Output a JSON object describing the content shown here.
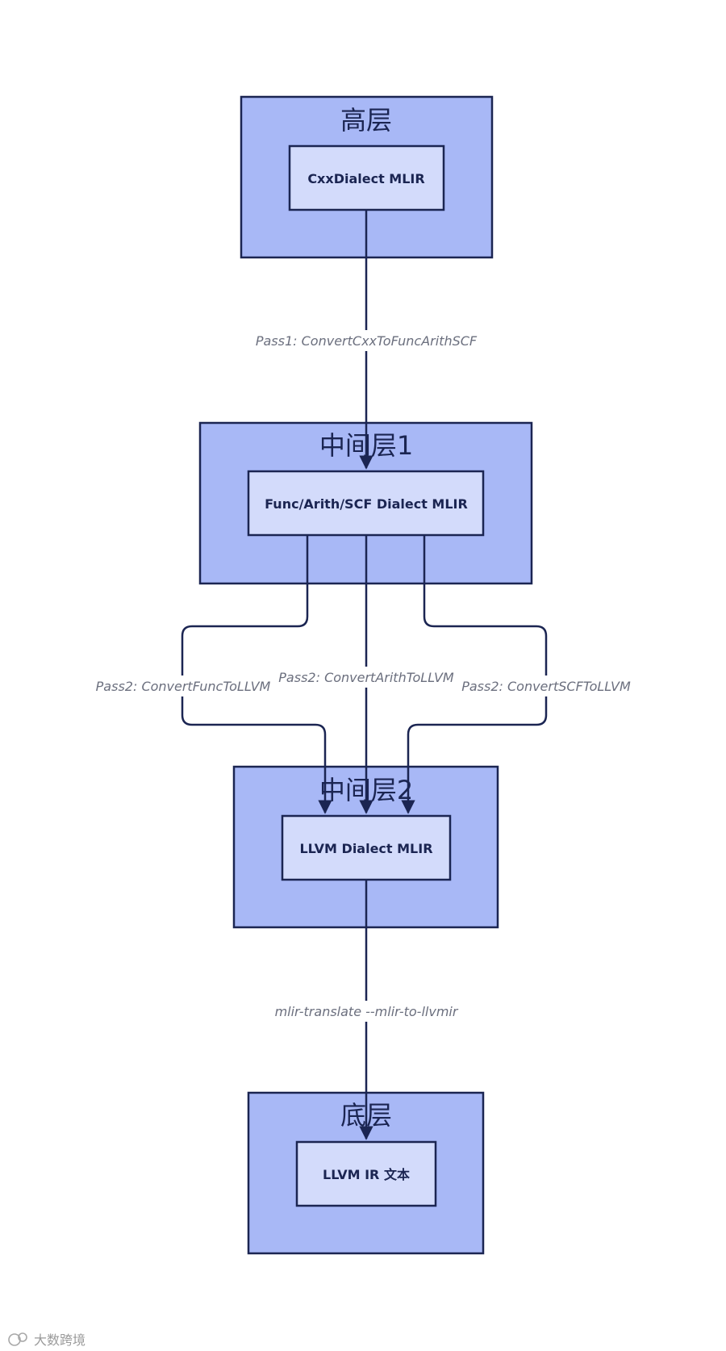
{
  "layers": {
    "top": {
      "title": "高层",
      "node": "CxxDialect MLIR"
    },
    "mid1": {
      "title": "中间层1",
      "node": "Func/Arith/SCF Dialect MLIR"
    },
    "mid2": {
      "title": "中间层2",
      "node": "LLVM Dialect MLIR"
    },
    "bottom": {
      "title": "底层",
      "node": "LLVM IR 文本"
    }
  },
  "edges": {
    "pass1": "Pass1: ConvertCxxToFuncArithSCF",
    "pass2_func": "Pass2: ConvertFuncToLLVM",
    "pass2_arith": "Pass2: ConvertArithToLLVM",
    "pass2_scf": "Pass2: ConvertSCFToLLVM",
    "translate": "mlir-translate --mlir-to-llvmir"
  },
  "watermark": "大数跨境",
  "colors": {
    "layer_fill": "#a8b8f6",
    "node_fill": "#d3dbfb",
    "stroke": "#1b2552",
    "edge_label": "#6b6f7e"
  }
}
